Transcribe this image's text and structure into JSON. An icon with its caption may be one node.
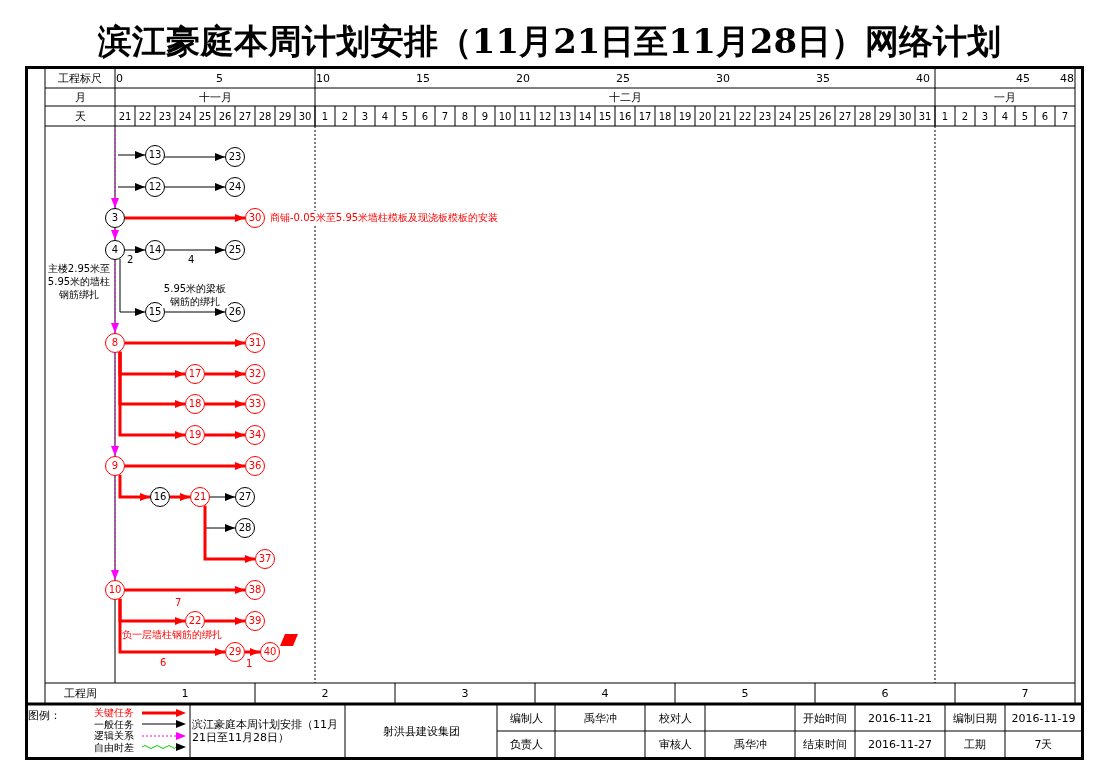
{
  "diagram": {
    "title": "滨江豪庭本周计划安排（11月21日至11月28日）网络计划",
    "nodes": [
      {
        "text": [
          "13"
        ]
      },
      {
        "text": [
          "23"
        ]
      },
      {
        "text": [
          "12"
        ]
      },
      {
        "text": [
          "24"
        ]
      },
      {
        "text": [
          "3"
        ]
      },
      {
        "text": [
          "30"
        ]
      },
      {
        "text": [
          "4"
        ]
      },
      {
        "text": [
          "14"
        ]
      },
      {
        "text": [
          "25"
        ]
      },
      {
        "text": [
          "15"
        ]
      },
      {
        "text": [
          "26"
        ]
      },
      {
        "text": [
          "8"
        ]
      },
      {
        "text": [
          "31"
        ]
      },
      {
        "text": [
          "17"
        ]
      },
      {
        "text": [
          "32"
        ]
      },
      {
        "text": [
          "18"
        ]
      },
      {
        "text": [
          "33"
        ]
      },
      {
        "text": [
          "19"
        ]
      },
      {
        "text": [
          "34"
        ]
      },
      {
        "text": [
          "9"
        ]
      },
      {
        "text": [
          "36"
        ]
      },
      {
        "text": [
          "16"
        ]
      },
      {
        "text": [
          "21"
        ]
      },
      {
        "text": [
          "27"
        ]
      },
      {
        "text": [
          "28"
        ]
      },
      {
        "text": [
          "37"
        ]
      },
      {
        "text": [
          "10"
        ]
      },
      {
        "text": [
          "38"
        ]
      },
      {
        "text": [
          "22"
        ]
      },
      {
        "text": [
          "39"
        ]
      },
      {
        "text": [
          "29"
        ]
      },
      {
        "text": [
          "40"
        ]
      }
    ],
    "edges": [
      {
        "from": null,
        "to": 0,
        "arrow": "to",
        "color": "#000000"
      },
      {
        "from": 0,
        "to": 1,
        "arrow": "to",
        "color": "#000000"
      },
      {
        "from": null,
        "to": 2,
        "arrow": "to",
        "color": "#000000"
      },
      {
        "from": 2,
        "to": 3,
        "arrow": "to",
        "color": "#000000"
      },
      {
        "from": 4,
        "to": 5,
        "arrow": "to",
        "label": "商铺-0.05米至5.95米墙柱模板及现浇板模板的安装"
      },
      {
        "from": 6,
        "to": 7,
        "arrow": "to",
        "color": "#000000",
        "label": "2"
      },
      {
        "from": 7,
        "to": 8,
        "arrow": "to",
        "color": "#000000",
        "label": "4"
      },
      {
        "from": 6,
        "to": 9,
        "arrow": "to",
        "color": "#000000",
        "label": "主楼2.95米至5.95米的墙柱钢筋绑扎"
      },
      {
        "from": 9,
        "to": 10,
        "arrow": "to",
        "color": "#000000",
        "label": "5.95米的梁板钢筋的绑扎"
      },
      {
        "from": 11,
        "to": 12,
        "arrow": "to"
      },
      {
        "from": 11,
        "to": 13,
        "arrow": "to"
      },
      {
        "from": 13,
        "to": 14,
        "arrow": "to"
      },
      {
        "from": 11,
        "to": 15,
        "arrow": "to"
      },
      {
        "from": 15,
        "to": 16,
        "arrow": "to"
      },
      {
        "from": 11,
        "to": 17,
        "arrow": "to"
      },
      {
        "from": 17,
        "to": 18,
        "arrow": "to"
      },
      {
        "from": 19,
        "to": 20,
        "arrow": "to"
      },
      {
        "from": 19,
        "to": 21,
        "arrow": "to"
      },
      {
        "from": 21,
        "to": 22,
        "arrow": "to"
      },
      {
        "from": 22,
        "to": 23,
        "arrow": "to",
        "color": "#000000"
      },
      {
        "from": 22,
        "to": 24,
        "arrow": "to",
        "color": "#000000"
      },
      {
        "from": 22,
        "to": 25,
        "arrow": "to"
      },
      {
        "from": 26,
        "to": 27,
        "arrow": "to",
        "label": "7"
      },
      {
        "from": 26,
        "to": 28,
        "arrow": "to"
      },
      {
        "from": 28,
        "to": 29,
        "arrow": "to"
      },
      {
        "from": 26,
        "to": 30,
        "arrow": "to",
        "label": "6"
      },
      {
        "from": 30,
        "to": 31,
        "arrow": "to",
        "label": "1"
      },
      {
        "from": null,
        "to": 4,
        "arrow": "to",
        "style": "dashed",
        "color": "#ff00ff"
      },
      {
        "from": 4,
        "to": 6,
        "arrow": "to",
        "style": "dashed",
        "color": "#ff00ff"
      },
      {
        "from": 6,
        "to": 11,
        "arrow": "to",
        "style": "dashed",
        "color": "#ff00ff"
      },
      {
        "from": 11,
        "to": 19,
        "arrow": "to",
        "style": "dashed",
        "color": "#ff00ff"
      },
      {
        "from": 19,
        "to": 26,
        "arrow": "to",
        "style": "dashed",
        "color": "#ff00ff"
      }
    ],
    "labels": [
      "工程标尺",
      "0",
      "5",
      "10",
      "15",
      "20",
      "25",
      "30",
      "35",
      "40",
      "45",
      "48",
      "月",
      "十一月",
      "十二月",
      "一月",
      "天",
      "21",
      "22",
      "23",
      "24",
      "25",
      "26",
      "27",
      "28",
      "29",
      "30",
      "1",
      "2",
      "3",
      "4",
      "5",
      "6",
      "7",
      "8",
      "9",
      "10",
      "11",
      "12",
      "13",
      "14",
      "15",
      "16",
      "17",
      "18",
      "19",
      "20",
      "21",
      "22",
      "23",
      "24",
      "25",
      "26",
      "27",
      "28",
      "29",
      "30",
      "31",
      "1",
      "2",
      "3",
      "4",
      "5",
      "6",
      "7",
      "工程周",
      "1",
      "2",
      "3",
      "4",
      "5",
      "6",
      "7",
      "图例：",
      "滨江豪庭本周计划安排（11月21日至11月28日）",
      "射洪县建设集团",
      "编制人",
      "禹华冲",
      "校对人",
      "开始时间",
      "2016-11-21",
      "编制日期",
      "2016-11-19",
      "负责人",
      "审核人",
      "禹华冲",
      "结束时间",
      "2016-11-27",
      "工期",
      "7天",
      "负一层墙柱钢筋的绑扎"
    ],
    "legend": [
      {
        "text": "关键任务"
      },
      {
        "text": "一般任务"
      },
      {
        "text": "逻辑关系"
      },
      {
        "text": "自由时差"
      }
    ]
  }
}
